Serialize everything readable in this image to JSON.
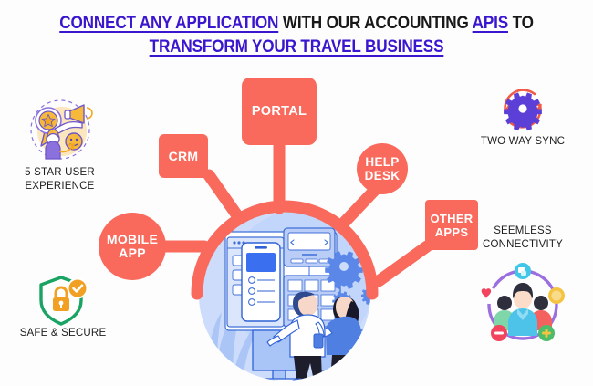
{
  "headline": {
    "line1_part1": "CONNECT ANY APPLICATION",
    "line1_part2": " WITH OUR ACCOUNTING ",
    "line1_part3": "APIS",
    "line1_part4": " TO",
    "line2": "TRANSFORM YOUR TRAVEL BUSINESS",
    "accent_color": "#3a16cf",
    "text_color": "#181818"
  },
  "hub": {
    "ring_color": "#f96a5d",
    "center_bg": "#b9cdf7",
    "illustration_name": "team-workspace-devices-illustration"
  },
  "nodes": [
    {
      "id": "portal",
      "label": "PORTAL",
      "shape": "rounded-square",
      "color": "#f96a5d"
    },
    {
      "id": "crm",
      "label": "CRM",
      "shape": "speech-square",
      "color": "#f96a5d"
    },
    {
      "id": "mobile-app",
      "label": "MOBILE\nAPP",
      "shape": "circle",
      "color": "#f96a5d"
    },
    {
      "id": "help-desk",
      "label": "HELP\nDESK",
      "shape": "circle",
      "color": "#f96a5d"
    },
    {
      "id": "other-apps",
      "label": "OTHER\nAPPS",
      "shape": "square",
      "color": "#f96a5d"
    }
  ],
  "features": [
    {
      "id": "5-star-user-experience",
      "label": "5 STAR USER\nEXPERIENCE",
      "icon": "star-badge-megaphone-icon",
      "colors": {
        "accent": "#7d63d8",
        "fill": "#f6b93b",
        "bg": "#fbe6bd"
      }
    },
    {
      "id": "safe-and-secure",
      "label": "SAFE & SECURE",
      "icon": "shield-lock-check-icon",
      "colors": {
        "shield": "#19a463",
        "lock": "#f2a024",
        "check": "#f2a024"
      }
    },
    {
      "id": "two-way-sync",
      "label": "TWO WAY SYNC",
      "icon": "gear-sync-arrows-icon",
      "colors": {
        "gear": "#5b3fd6",
        "arrows": "#f05a48"
      }
    },
    {
      "id": "seemless-connectivity",
      "label": "SEEMLESS\nCONNECTIVITY",
      "icon": "people-network-circle-icon",
      "colors": {
        "ring": "#9c6fe0",
        "person_center": "#4ec3ea",
        "person_left": "#7fd6a8",
        "person_right": "#f4625f",
        "heart": "#f2445c",
        "chat": "#3fc7e8",
        "coin": "#f5c342",
        "plus": "#4cbd6a",
        "minus": "#f2445c"
      }
    }
  ]
}
